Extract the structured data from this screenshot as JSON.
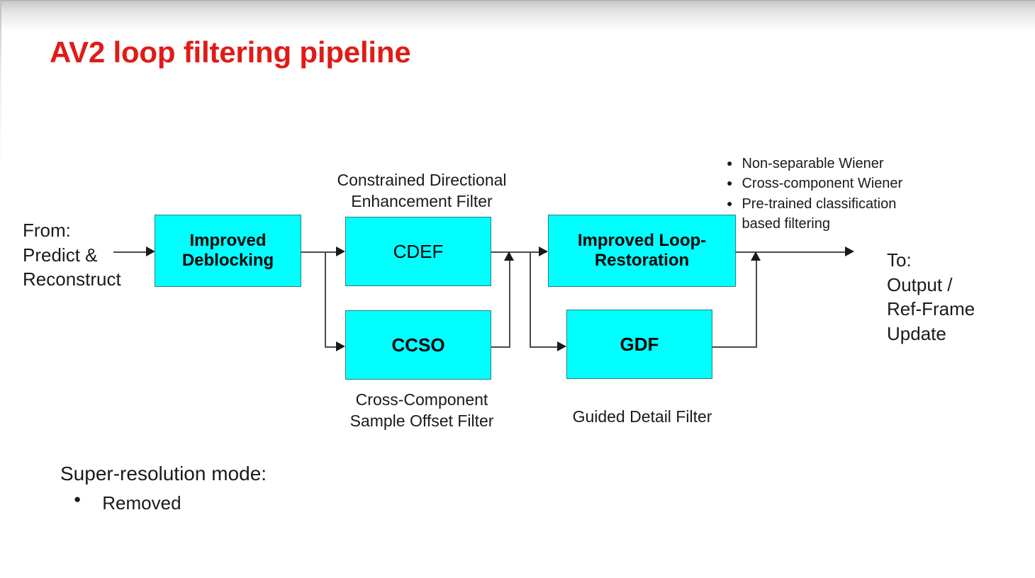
{
  "slide": {
    "title": "AV2 loop filtering pipeline",
    "title_color": "#e01b17",
    "box_fill_color": "#00ffff",
    "box_border_color": "#2e7d7d",
    "connector_color": "#4b4b4b"
  },
  "input": {
    "label": "From:\nPredict &\nReconstruct"
  },
  "output": {
    "label": "To:\nOutput /\nRef-Frame\nUpdate"
  },
  "blocks": {
    "deblocking": {
      "label": "Improved\nDeblocking"
    },
    "cdef": {
      "label": "CDEF",
      "caption": "Constrained Directional\nEnhancement Filter"
    },
    "ccso": {
      "label": "CCSO",
      "caption": "Cross-Component\nSample Offset Filter"
    },
    "loop_restoration": {
      "label": "Improved\nLoop-Restoration"
    },
    "gdf": {
      "label": "GDF",
      "caption": "Guided Detail Filter"
    }
  },
  "loop_restoration_features": [
    "Non-separable Wiener",
    "Cross-component Wiener",
    "Pre-trained classification\nbased filtering"
  ],
  "super_resolution": {
    "heading": "Super-resolution mode:",
    "items": [
      "Removed"
    ]
  }
}
